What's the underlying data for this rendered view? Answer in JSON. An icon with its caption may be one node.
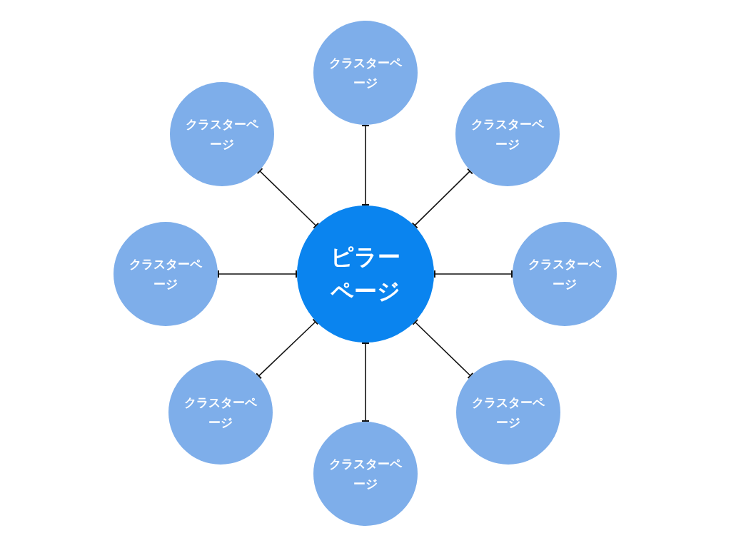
{
  "diagram": {
    "nodes": [
      {
        "text": [
          "ピラーページ"
        ]
      },
      {
        "text": [
          "クラスターページ"
        ]
      },
      {
        "text": [
          "クラスターページ"
        ]
      },
      {
        "text": [
          "クラスターページ"
        ]
      },
      {
        "text": [
          "クラスターページ"
        ]
      },
      {
        "text": [
          "クラスターページ"
        ]
      },
      {
        "text": [
          "クラスターページ"
        ]
      },
      {
        "text": [
          "クラスターページ"
        ]
      },
      {
        "text": [
          "クラスターページ"
        ]
      }
    ],
    "edges": [
      {
        "from": 0,
        "to": 1,
        "arrow": "other"
      },
      {
        "from": 0,
        "to": 2,
        "arrow": "other"
      },
      {
        "from": 0,
        "to": 3,
        "arrow": "other"
      },
      {
        "from": 0,
        "to": 4,
        "arrow": "other"
      },
      {
        "from": 0,
        "to": 5,
        "arrow": "other"
      },
      {
        "from": 0,
        "to": 6,
        "arrow": "other"
      },
      {
        "from": 0,
        "to": 7,
        "arrow": "other"
      },
      {
        "from": 0,
        "to": 8,
        "arrow": "other"
      }
    ]
  }
}
